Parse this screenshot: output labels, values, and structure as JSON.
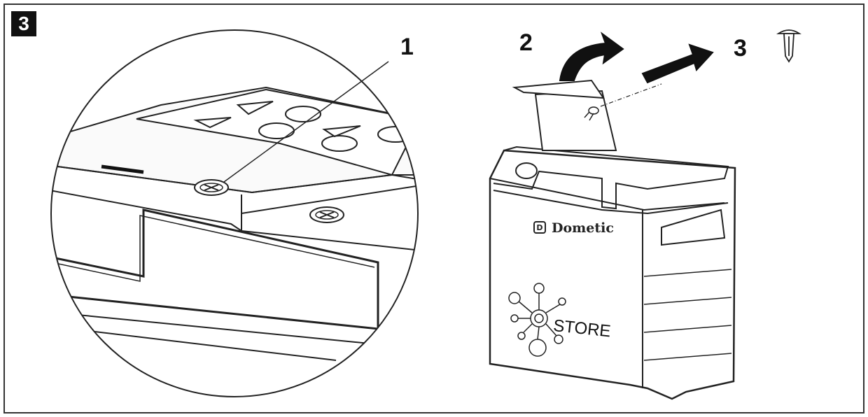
{
  "figure": {
    "number": "3",
    "callouts": [
      "1",
      "2",
      "3"
    ]
  },
  "device": {
    "brand": "Dometic",
    "brand_mark": "D",
    "label": "STORE"
  },
  "colors": {
    "stroke": "#111111",
    "background": "#ffffff",
    "arrow": "#111111"
  }
}
